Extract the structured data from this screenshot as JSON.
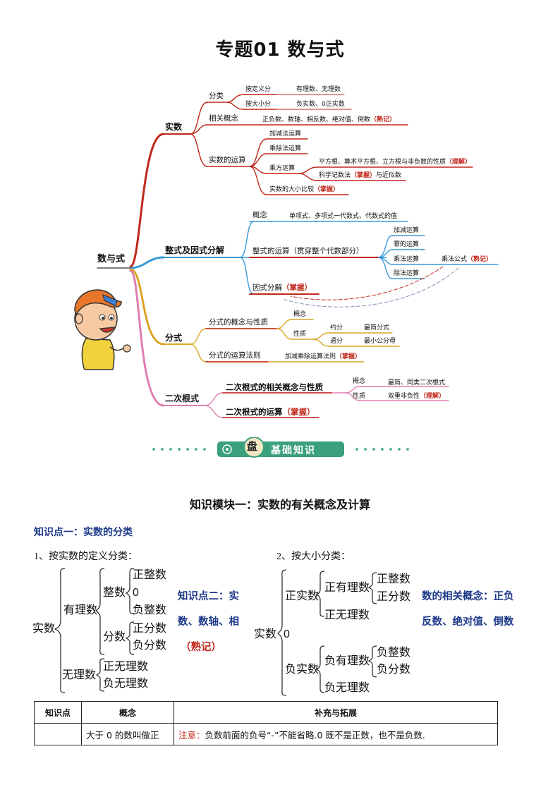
{
  "title": "专题01    数与式",
  "mindmap": {
    "root": "数与式",
    "real": {
      "label": "实数",
      "classify": "分类",
      "by_def": "按定义分",
      "by_def_val": "有理数、无理数",
      "by_size": "按大小分",
      "by_size_val": "负实数、0正实数",
      "concepts": "相关概念",
      "concepts_val": "正负数、数轴、相反数、绝对值、倒数",
      "concepts_tag": "（熟记）",
      "ops": "实数的运算",
      "op_add": "加减法运算",
      "op_mul": "乘除法运算",
      "op_pow": "乘方运算",
      "pow_1": "平方根、算术平方根、立方根与非负数的性质",
      "pow_1_tag": "（理解）",
      "pow_2": "科学记数法",
      "pow_2_tag": "（掌握）",
      "pow_2_tail": "与近似数",
      "compare": "实数的大小比较",
      "compare_tag": "（掌握）"
    },
    "poly": {
      "label": "整式及因式分解",
      "concept": "概念",
      "concept_val": "单项式、多项式一代数式、代数式的值",
      "ops": "整式的运算（贯穿整个代数部分）",
      "op_add": "加减运算",
      "op_pow": "幂的运算",
      "op_mul": "乘法运算",
      "mul_formula": "乘法公式",
      "mul_formula_tag": "（熟记）",
      "op_div": "除法运算",
      "factor": "因式分解",
      "factor_tag": "（掌握）"
    },
    "frac": {
      "label": "分式",
      "concept": "分式的概念与性质",
      "c1": "概念",
      "c2": "性质",
      "reduce": "约分",
      "reduce_val": "最简分式",
      "common": "通分",
      "common_val": "最小公分母",
      "ops": "分式的运算法则",
      "ops_val": "加减乘除运算法则",
      "ops_tag": "（掌握）"
    },
    "rad": {
      "label": "二次根式",
      "concept": "二次根式的相关概念与性质",
      "c1": "概念",
      "c1_val": "最简、同类二次根式",
      "c2": "性质",
      "c2_val": "双重非负性",
      "c2_tag": "（理解）",
      "ops": "二次根式的运算",
      "ops_tag": "（掌握）"
    }
  },
  "banner": {
    "icon": "盘",
    "label": "基础知识"
  },
  "section_title": "知识模块一：实数的有关概念及计算",
  "kp1": "知识点一：实数的分类",
  "cls1": {
    "heading": "1、按实数的定义分类：",
    "root": "实数",
    "rational": "有理数",
    "integer": "整数",
    "pos_int": "正整数",
    "zero": "0",
    "neg_int": "负整数",
    "fraction": "分数",
    "pos_frac": "正分数",
    "neg_frac": "负分数",
    "irrational": "无理数",
    "pos_irr": "正无理数",
    "neg_irr": "负无理数"
  },
  "side1": {
    "l1": "知识点二：实",
    "l2": "数、数轴、相",
    "l3": "（熟记）"
  },
  "cls2": {
    "heading": "2、按大小分类：",
    "root": "实数",
    "pos_real": "正实数",
    "pos_rat": "正有理数",
    "pos_int": "正整数",
    "pos_frac": "正分数",
    "pos_irr": "正无理数",
    "zero": "0",
    "neg_real": "负实数",
    "neg_rat": "负有理数",
    "neg_int": "负整数",
    "neg_frac": "负分数",
    "neg_irr": "负无理数"
  },
  "side2": {
    "l1": "数的相关概念：正负",
    "l2": "反数、绝对值、倒数"
  },
  "table": {
    "headers": [
      "知识点",
      "概念",
      "补充与拓展"
    ],
    "row1_concept": "大于 0 的数叫做正",
    "row1_note_label": "注意：",
    "row1_note": "负数前面的负号“-”不能省略.0 既不是正数，也不是负数."
  },
  "colors": {
    "red": "#c0281c",
    "blue": "#3a9ad9",
    "gold": "#d9a528",
    "pink": "#e07fb2",
    "navy": "#1e3a8a",
    "teal": "#3aa07e"
  }
}
